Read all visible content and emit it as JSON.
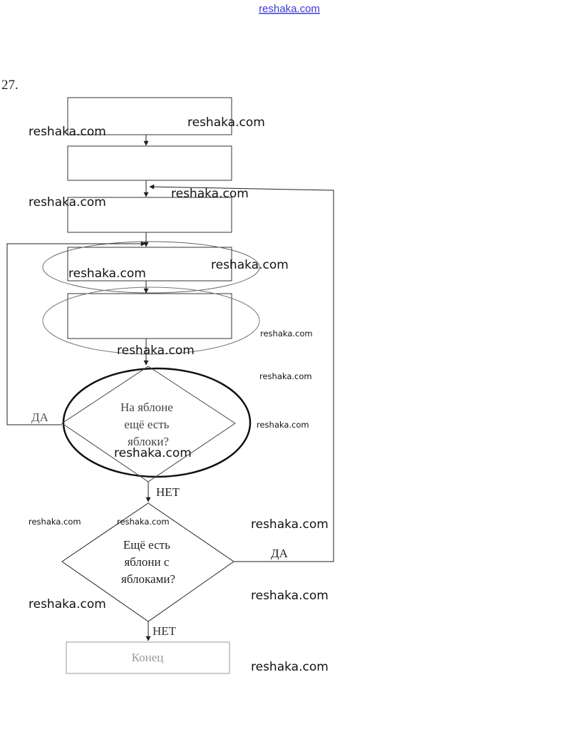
{
  "header_link": "reshaka.com",
  "problem_number": "27.",
  "flowchart": {
    "decision_1": {
      "lines": [
        "На яблоне",
        "ещё есть",
        "яблоки?"
      ],
      "yes_label": "ДА",
      "no_label": "НЕТ"
    },
    "decision_2": {
      "lines": [
        "Ещё есть",
        "яблони с",
        "яблоками?"
      ],
      "yes_label": "ДА",
      "no_label": "НЕТ"
    },
    "end_label": "Конец"
  },
  "watermark": "reshaka.com"
}
